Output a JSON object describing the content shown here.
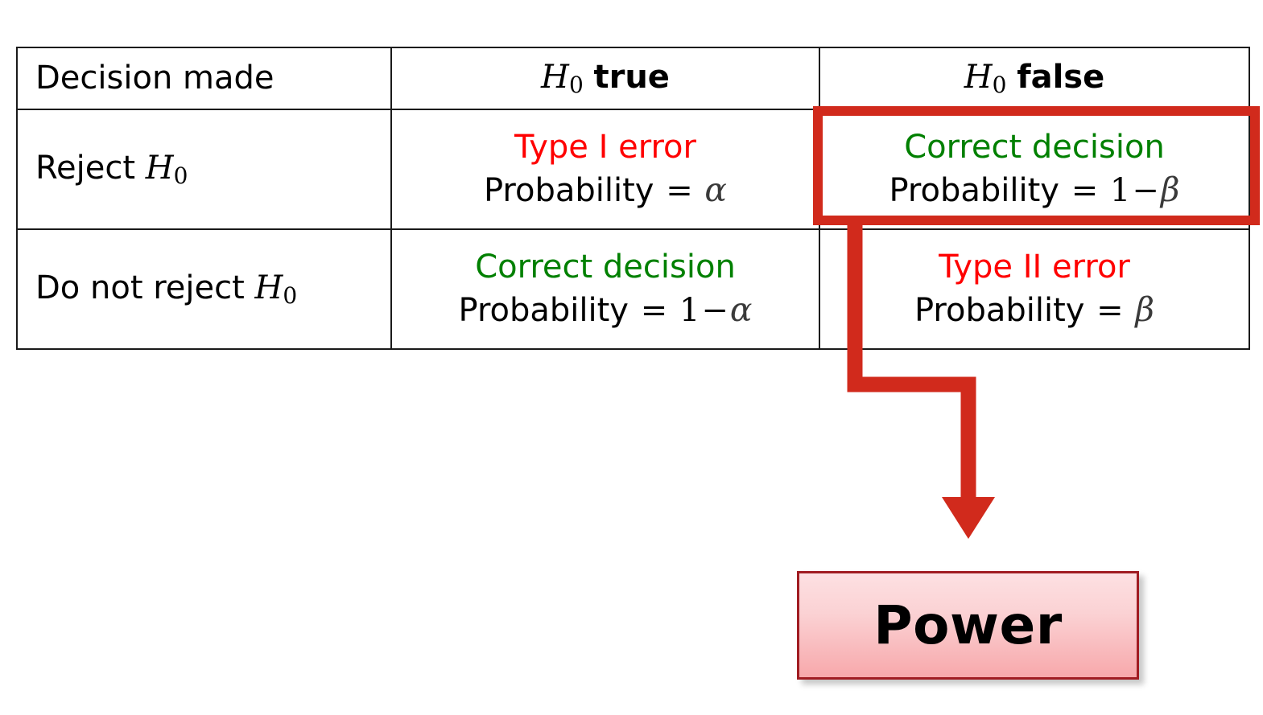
{
  "table": {
    "columns": [
      {
        "id": "decision",
        "label": "Decision made",
        "align": "left"
      },
      {
        "id": "h0_true",
        "label_math": "H",
        "label_sub": "0",
        "label_bold": "true"
      },
      {
        "id": "h0_false",
        "label_math": "H",
        "label_sub": "0",
        "label_bold": "false"
      }
    ],
    "rows": [
      {
        "id": "reject",
        "label_prefix": "Reject ",
        "label_math": "H",
        "label_sub": "0",
        "cells": [
          {
            "id": "type-1-error",
            "outcome": "Type I error",
            "outcome_color": "#ff0000",
            "probability_prefix": "Probability ",
            "probability_eq": "=",
            "probability_value": "α",
            "highlighted": false
          },
          {
            "id": "correct-decision-power",
            "outcome": "Correct decision",
            "outcome_color": "#008000",
            "probability_prefix": "Probability ",
            "probability_eq": "=",
            "probability_one": "1",
            "probability_minus": "−",
            "probability_value": "β",
            "highlighted": true
          }
        ]
      },
      {
        "id": "do-not-reject",
        "label_prefix": "Do not reject ",
        "label_math": "H",
        "label_sub": "0",
        "cells": [
          {
            "id": "correct-decision-confidence",
            "outcome": "Correct decision",
            "outcome_color": "#008000",
            "probability_prefix": "Probability ",
            "probability_eq": "=",
            "probability_one": "1",
            "probability_minus": "−",
            "probability_value": "α",
            "highlighted": false
          },
          {
            "id": "type-2-error",
            "outcome": "Type II error",
            "outcome_color": "#ff0000",
            "probability_prefix": "Probability ",
            "probability_eq": "=",
            "probability_value": "β",
            "highlighted": false
          }
        ]
      }
    ]
  },
  "annotation": {
    "highlight_color": "#d12a1c",
    "arrow_color": "#d12a1c",
    "callout_label": "Power",
    "callout_border_color": "#a01c22",
    "callout_fill_top": "#fde0e2",
    "callout_fill_bottom": "#f7a8ab",
    "callout_text_color": "#000000"
  }
}
